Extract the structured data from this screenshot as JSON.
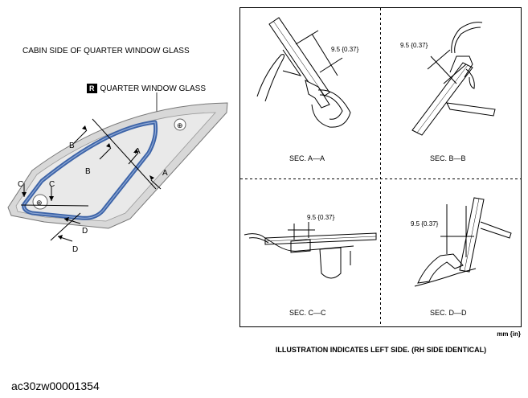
{
  "header": {
    "cabin_label": "CABIN SIDE OF QUARTER WINDOW GLASS",
    "part_badge": "R",
    "part_label": "QUARTER WINDOW GLASS"
  },
  "overview": {
    "section_letters": [
      "A",
      "A",
      "B",
      "B",
      "C",
      "C",
      "D",
      "D"
    ]
  },
  "sections": [
    {
      "title": "SEC. A—A",
      "dimension": "9.5 {0.37}"
    },
    {
      "title": "SEC. B—B",
      "dimension": "9.5 {0.37}"
    },
    {
      "title": "SEC. C—C",
      "dimension": "9.5 {0.37}"
    },
    {
      "title": "SEC. D—D",
      "dimension": "9.5 {0.37}"
    }
  ],
  "footer": {
    "unit": "mm {in}",
    "note": "ILLUSTRATION INDICATES LEFT SIDE. (RH SIDE IDENTICAL)",
    "image_code": "ac30zw00001354"
  }
}
